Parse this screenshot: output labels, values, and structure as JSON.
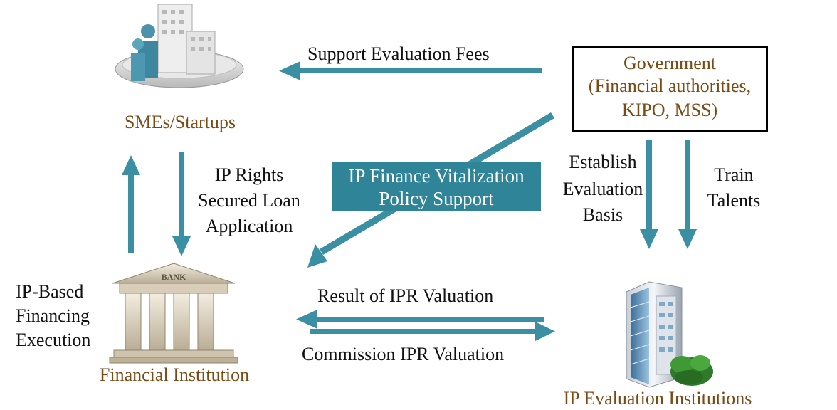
{
  "nodes": {
    "government": {
      "line1": "Government",
      "line2": "(Financial authorities,",
      "line3": "KIPO, MSS)"
    },
    "smes": {
      "label": "SMEs/Startups"
    },
    "financial_institution": {
      "label": "Financial Institution",
      "bank_sign": "BANK"
    },
    "ip_evaluation": {
      "label": "IP Evaluation Institutions"
    }
  },
  "policy_box": {
    "line1": "IP Finance Vitalization",
    "line2": "Policy Support"
  },
  "edges": {
    "support_fees": "Support Evaluation Fees",
    "loan_app": {
      "line1": "IP Rights",
      "line2": "Secured Loan",
      "line3": "Application"
    },
    "ip_financing": {
      "line1": "IP-Based",
      "line2": "Financing",
      "line3": "Execution"
    },
    "establish": {
      "line1": "Establish",
      "line2": "Evaluation",
      "line3": "Basis"
    },
    "train": {
      "line1": "Train",
      "line2": "Talents"
    },
    "result": "Result of IPR Valuation",
    "commission": "Commission IPR Valuation"
  },
  "colors": {
    "arrow": "#3b8fa3",
    "policy_box": "#2f8497",
    "node_label": "#7a4a14"
  }
}
